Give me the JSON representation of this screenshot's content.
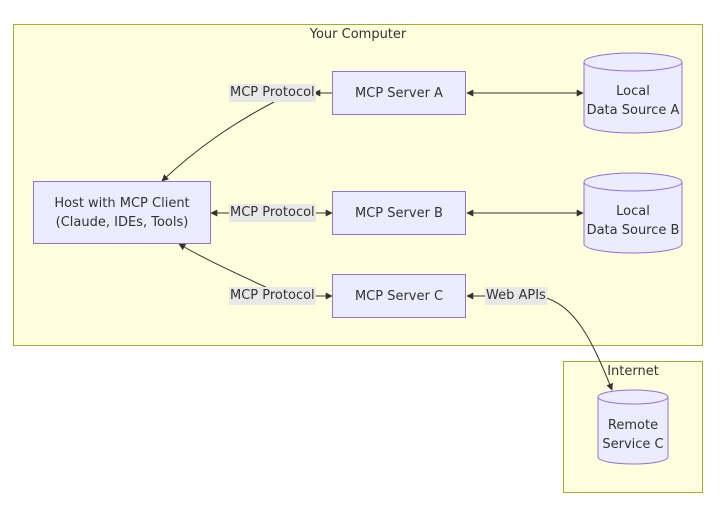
{
  "clusters": {
    "computer": {
      "title": "Your Computer"
    },
    "internet": {
      "title": "Internet"
    }
  },
  "nodes": {
    "host": "Host with MCP Client\n(Claude, IDEs, Tools)",
    "server_a": "MCP Server A",
    "server_b": "MCP Server B",
    "server_c": "MCP Server C",
    "local_a": "Local\nData Source A",
    "local_b": "Local\nData Source B",
    "remote_c": "Remote\nService C"
  },
  "edge_labels": {
    "protocol_a": "MCP Protocol",
    "protocol_b": "MCP Protocol",
    "protocol_c": "MCP Protocol",
    "web_apis": "Web APIs"
  },
  "colors": {
    "cluster_fill": "#ffffde",
    "cluster_border": "#aaaa33",
    "node_fill": "#ececff",
    "node_border": "#9370db",
    "edge": "#333333",
    "label_bg": "#e8e8e8"
  }
}
